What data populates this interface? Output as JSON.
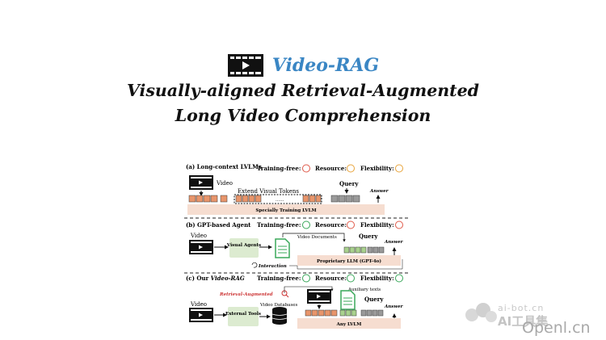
{
  "header": {
    "brand": "Video-RAG",
    "subtitle_line1": "Visually-aligned Retrieval-Augmented",
    "subtitle_line2": "Long Video Comprehension"
  },
  "colors": {
    "brand_blue": "#3a86c4",
    "sad_red": "#e05a4a",
    "neutral_orange": "#e8a43b",
    "happy_green": "#3aa85a",
    "peach_bar": "#f6ddd0",
    "token_orange": "#e8956b",
    "token_green": "#a9d18e",
    "token_gray": "#9a9a9a",
    "agent_green": "#dcebd0"
  },
  "diagram": {
    "criteria": {
      "training_free": "Training-free:",
      "resource": "Resource:",
      "flexibility": "Flexibility:"
    },
    "panel_a": {
      "title": "(a) Long-context LVLMs",
      "video": "Video",
      "extend_tokens": "Extend Visual Tokens",
      "ellipsis": "......",
      "query": "Query",
      "answer": "Answer",
      "bar": "Specially Training LVLM",
      "faces": [
        "sad",
        "neutral",
        "neutral"
      ]
    },
    "panel_b": {
      "title": "(b) GPT-based Agent",
      "video": "Video",
      "agents": "Visual Agents",
      "documents": "Video Documents",
      "query": "Query",
      "answer": "Answer",
      "interaction": "Interaction",
      "bar": "Proprietary LLM (GPT-4o)",
      "faces": [
        "happy",
        "sad",
        "sad"
      ]
    },
    "panel_c": {
      "title_prefix": "(c) Our ",
      "title_brand": "Video-RAG",
      "retrieval": "Retrieval-Augmented",
      "auxiliary": "Auxiliary texts",
      "video": "Video",
      "databases": "Video Databases",
      "tools": "External Tools",
      "query": "Query",
      "answer": "Answer",
      "bar": "Any LVLM",
      "faces": [
        "happy",
        "happy",
        "happy"
      ]
    }
  },
  "watermarks": {
    "aibot_url": "ai-bot.cn",
    "aibot_name": "AI工具集",
    "openl": "Openl.cn"
  }
}
